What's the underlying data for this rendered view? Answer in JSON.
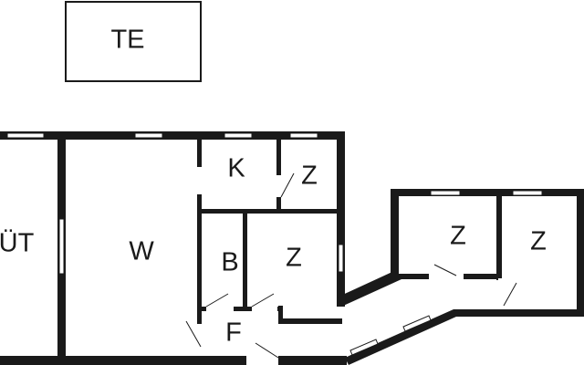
{
  "colors": {
    "wall": "#1a1a1a",
    "background": "#ffffff",
    "window": "#ffffff",
    "door_swing": "#1a1a1a"
  },
  "rooms": {
    "te": "TE",
    "ut": "ÜT",
    "w": "W",
    "k": "K",
    "z1": "Z",
    "b": "B",
    "z2": "Z",
    "f": "F",
    "z3": "Z",
    "z4": "Z"
  }
}
